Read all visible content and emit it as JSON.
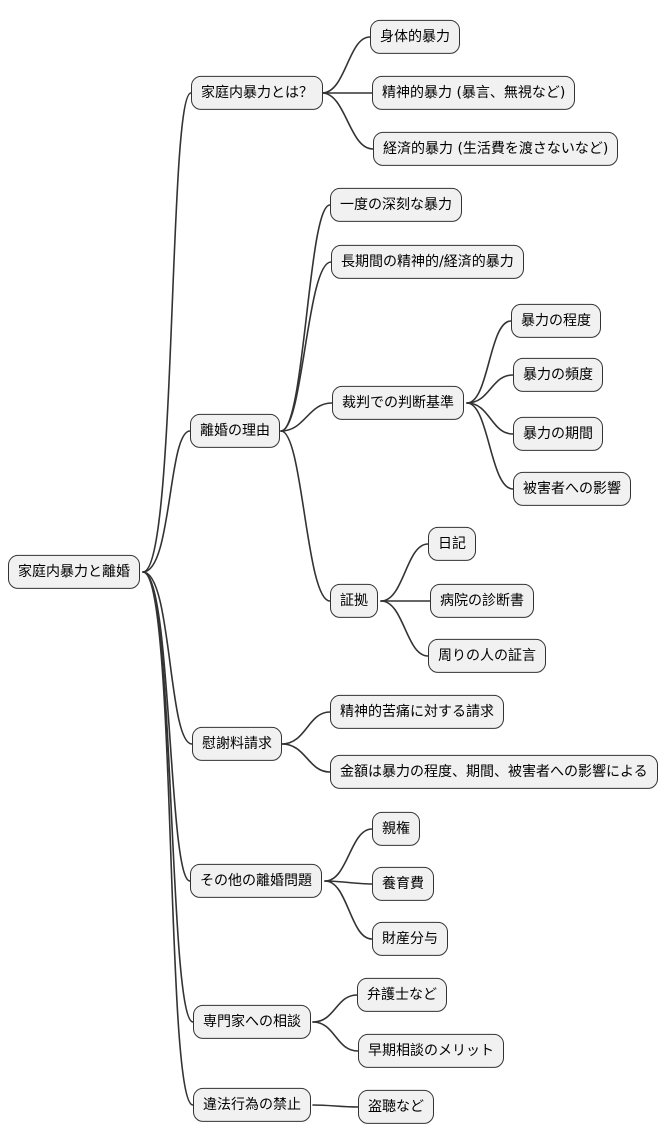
{
  "mindmap": {
    "root": "家庭内暴力と離婚",
    "branches": [
      {
        "label": "家庭内暴力とは？",
        "children": [
          {
            "label": "身体的暴力"
          },
          {
            "label": "精神的暴力 (暴言、無視など)"
          },
          {
            "label": "経済的暴力 (生活費を渡さないなど)"
          }
        ]
      },
      {
        "label": "離婚の理由",
        "children": [
          {
            "label": "一度の深刻な暴力"
          },
          {
            "label": "長期間の精神的/経済的暴力"
          },
          {
            "label": "裁判での判断基準",
            "children": [
              {
                "label": "暴力の程度"
              },
              {
                "label": "暴力の頻度"
              },
              {
                "label": "暴力の期間"
              },
              {
                "label": "被害者への影響"
              }
            ]
          },
          {
            "label": "証拠",
            "children": [
              {
                "label": "日記"
              },
              {
                "label": "病院の診断書"
              },
              {
                "label": "周りの人の証言"
              }
            ]
          }
        ]
      },
      {
        "label": "慰謝料請求",
        "children": [
          {
            "label": "精神的苦痛に対する請求"
          },
          {
            "label": "金額は暴力の程度、期間、被害者への影響による"
          }
        ]
      },
      {
        "label": "その他の離婚問題",
        "children": [
          {
            "label": "親権"
          },
          {
            "label": "養育費"
          },
          {
            "label": "財産分与"
          }
        ]
      },
      {
        "label": "専門家への相談",
        "children": [
          {
            "label": "弁護士など"
          },
          {
            "label": "早期相談のメリット"
          }
        ]
      },
      {
        "label": "違法行為の禁止",
        "children": [
          {
            "label": "盗聴など"
          }
        ]
      }
    ]
  },
  "colors": {
    "background": "#ffffff",
    "node_fill": "#f1f1f1",
    "node_border": "#333333",
    "edge_color": "#333333",
    "text_color": "#000000"
  }
}
